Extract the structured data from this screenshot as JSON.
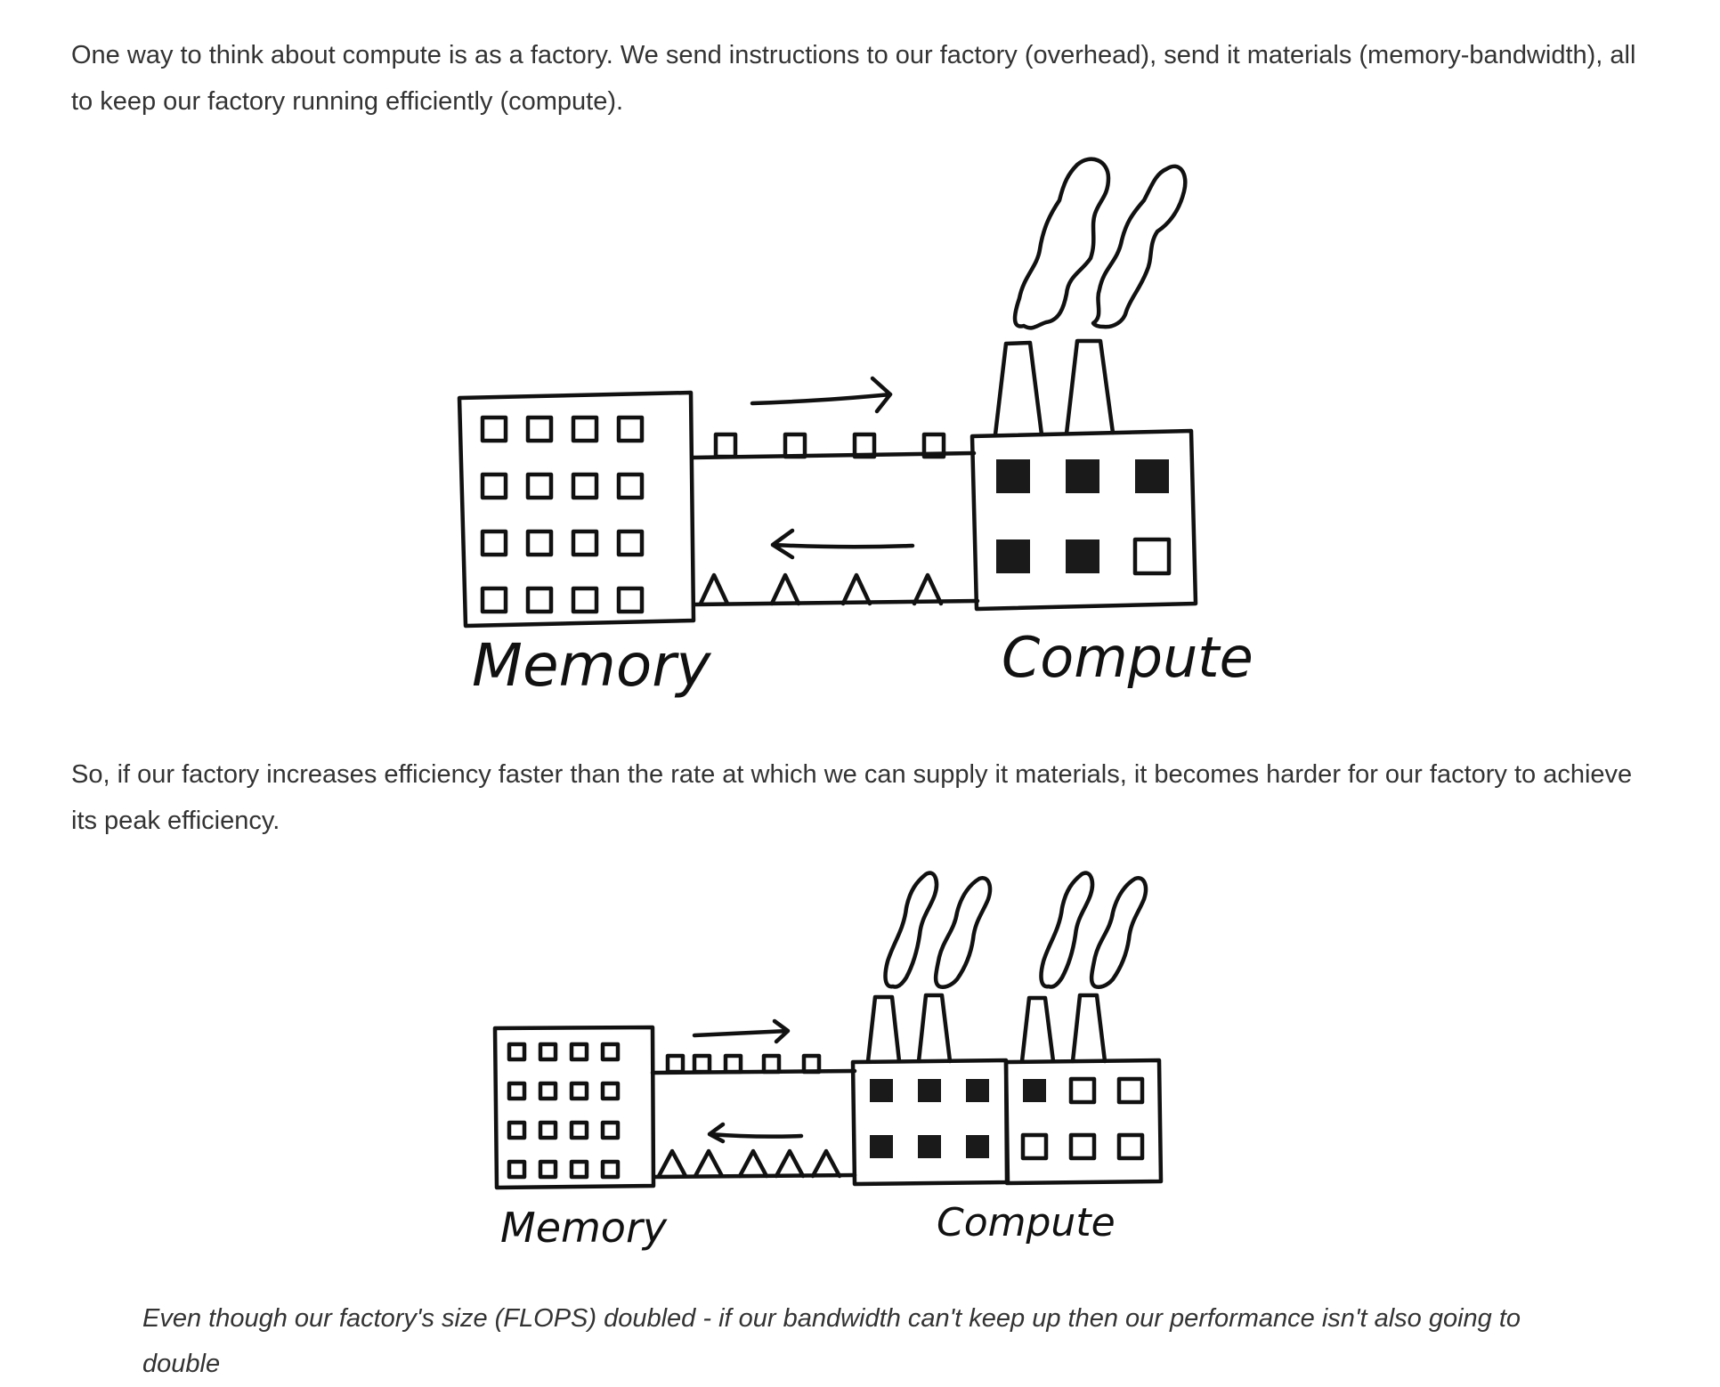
{
  "paragraphs": [
    "One way to think about compute is as a factory. We send instructions to our factory (overhead), send it materials (memory-bandwidth), all to keep our factory running efficiently (compute).",
    "So, if our factory increases efficiency faster than the rate at which we can supply it materials, it becomes harder for our factory to achieve its peak efficiency."
  ],
  "caption": "Even though our factory's size (FLOPS) doubled - if our bandwidth can't keep up then our performance isn't also going to double",
  "diagrams": [
    {
      "memory_label": "Memory",
      "compute_label": "Compute",
      "memory_windows": 16,
      "compute_buildings": [
        {
          "chimneys": 2,
          "windows_filled": [
            true,
            true,
            true,
            true,
            true,
            false
          ]
        }
      ],
      "top_conveyor_items": 4,
      "bottom_conveyor_items": 4
    },
    {
      "memory_label": "Memory",
      "compute_label": "Compute",
      "memory_windows": 16,
      "compute_buildings": [
        {
          "chimneys": 2,
          "windows_filled": [
            true,
            true,
            true,
            true,
            true,
            true
          ]
        },
        {
          "chimneys": 2,
          "windows_filled": [
            true,
            false,
            false,
            false,
            false,
            false
          ]
        }
      ],
      "top_conveyor_items": 5,
      "bottom_conveyor_items": 5
    }
  ]
}
